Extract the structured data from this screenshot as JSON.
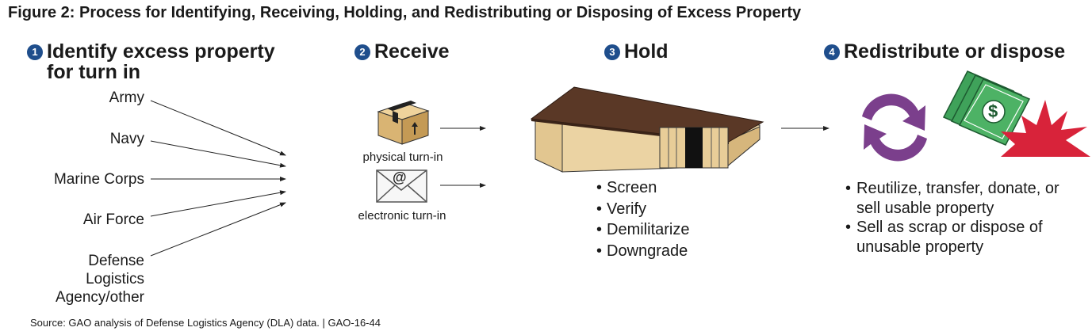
{
  "title": "Figure 2: Process for Identifying, Receiving, Holding, and Redistributing or Disposing of Excess Property",
  "steps": [
    {
      "number": "1",
      "label_line1": "Identify excess property",
      "label_line2": "for turn in"
    },
    {
      "number": "2",
      "label": "Receive"
    },
    {
      "number": "3",
      "label": "Hold"
    },
    {
      "number": "4",
      "label": "Redistribute or dispose"
    }
  ],
  "sources": {
    "army": "Army",
    "navy": "Navy",
    "marine_corps": "Marine Corps",
    "air_force": "Air Force",
    "dla_line1": "Defense",
    "dla_line2": "Logistics",
    "dla_line3": "Agency/other"
  },
  "receive": {
    "physical": "physical turn-in",
    "electronic": "electronic turn-in",
    "envelope_symbol": "@",
    "box_icon": "package-icon",
    "mail_icon": "envelope-icon"
  },
  "hold": {
    "icon": "warehouse-icon",
    "bullets": [
      "Screen",
      "Verify",
      "Demilitarize",
      "Downgrade"
    ]
  },
  "dispose": {
    "icons": [
      "recycle-icon",
      "money-icon",
      "explosion-icon"
    ],
    "money_symbol": "$",
    "bullets": [
      "Reutilize, transfer, donate, or sell usable property",
      "Sell as scrap or dispose of unusable property"
    ]
  },
  "colors": {
    "badge": "#1f4e8c",
    "roof": "#5a3826",
    "barn_wall": "#e8cf9f",
    "box": "#d9b473",
    "recycle": "#7b3f8c",
    "money": "#3fa25a",
    "explosion": "#d8233a"
  },
  "footer": "Source: GAO analysis of Defense Logistics Agency (DLA) data.  |  GAO-16-44"
}
